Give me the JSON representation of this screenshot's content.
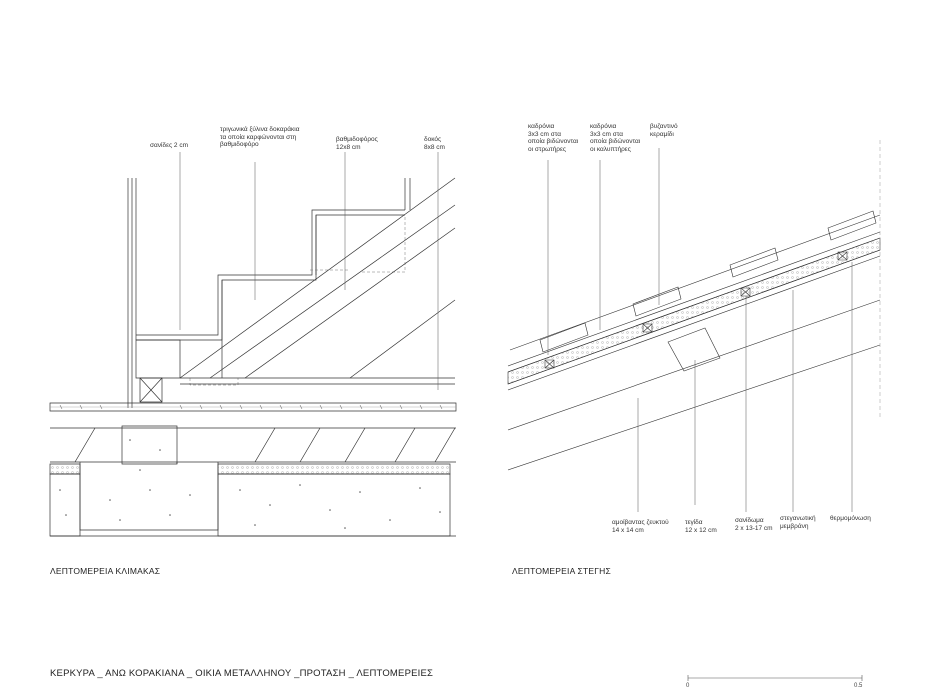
{
  "stair_detail": {
    "caption": "ΛΕΠΤΟΜΕΡΕΙΑ ΚΛΙΜΑΚΑΣ",
    "labels": {
      "boards": "σανίδες 2 cm",
      "triangular": "τριγωνικά ξύλινα δοκαράκια\nτα οποία καρφώνονται στη\nβαθμιδοφόρο",
      "stringer": "βαθμιδοφόρος\n12x8 cm",
      "beam": "δοκός\n8x8 cm"
    }
  },
  "roof_detail": {
    "caption": "ΛΕΠΤΟΜΕΡΕΙΑ ΣΤΕΓΗΣ",
    "labels": {
      "battens_under": "καδρόνια\n3x3 cm στα\nοποία βιδώνονται\nοι στρωτήρες",
      "battens_cover": "καδρόνια\n3x3 cm στα\nοποία βιδώνονται\nοι καλυπτήρες",
      "tile": "βυζαντινό\nκεραμίδι",
      "tie_beam": "αμοίβαντας ζευκτού\n14 x 14 cm",
      "rafter": "τεγίδα\n12 x 12 cm",
      "sheathing": "σανίδωμα\n2 x 13-17 cm",
      "membrane": "στεγανωτική\nμεμβράνη",
      "insulation": "θερμομόνωση"
    }
  },
  "title_block": {
    "title": "ΚΕΡΚΥΡΑ _ ΑΝΩ ΚΟΡΑΚΙΑΝΑ _ ΟΙΚΙΑ ΜΕΤΑΛΛΗΝΟΥ _ΠΡΟΤΑΣΗ _ ΛΕΠΤΟΜΕΡΕΙΕΣ",
    "scale_start": "0",
    "scale_end": "0.5"
  }
}
